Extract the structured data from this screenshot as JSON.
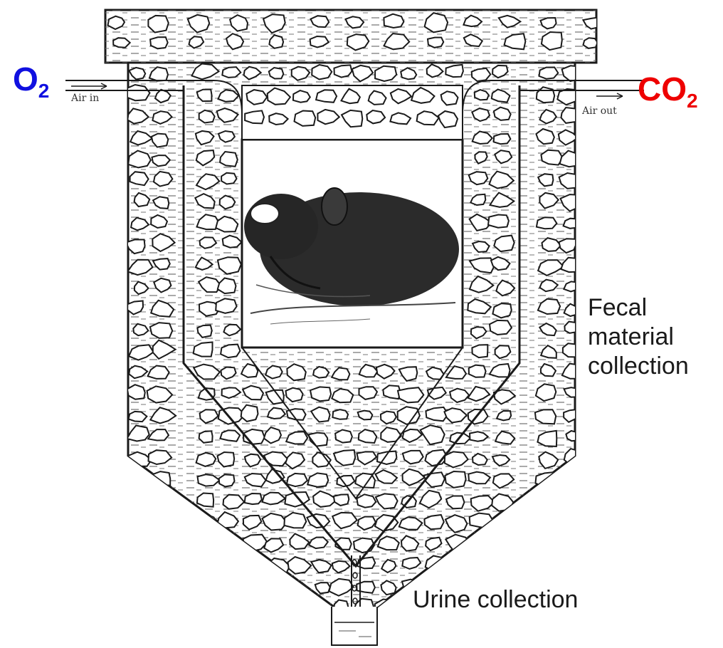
{
  "labels": {
    "o2": {
      "main": "O",
      "sub": "2"
    },
    "co2": {
      "main": "CO",
      "sub": "2"
    },
    "air_in": "Air in",
    "air_out": "Air out",
    "fecal_line1": "Fecal",
    "fecal_line2": "material",
    "fecal_line3": "collection",
    "urine": "Urine collection"
  },
  "colors": {
    "o2": "#1010e0",
    "co2": "#ee0000",
    "ink": "#1a1a1a"
  },
  "icons": {
    "animal": "guinea-pig-illustration",
    "beaker": "collection-beaker-icon"
  }
}
